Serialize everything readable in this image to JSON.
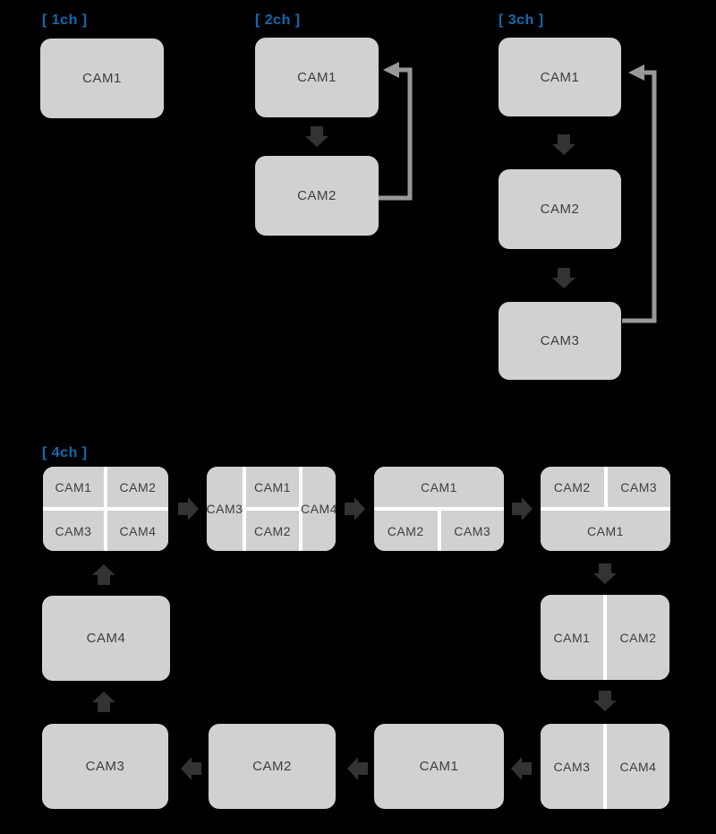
{
  "colors": {
    "background": "#000000",
    "box_fill": "#d1d1d1",
    "box_text": "#3e3e3e",
    "pane_divider": "#ffffff",
    "block_arrow": "#333333",
    "loop_line": "#999999",
    "section_label": "#0d6cb2"
  },
  "ch1": {
    "label": "[ 1ch ]",
    "cam": "CAM1"
  },
  "ch2": {
    "label": "[ 2ch ]",
    "boxes": [
      "CAM1",
      "CAM2"
    ]
  },
  "ch3": {
    "label": "[ 3ch ]",
    "boxes": [
      "CAM1",
      "CAM2",
      "CAM3"
    ]
  },
  "ch4": {
    "label": "[ 4ch ]",
    "steps": [
      {
        "layout": "quad",
        "panes": [
          "CAM1",
          "CAM2",
          "CAM3",
          "CAM4"
        ]
      },
      {
        "layout": "center-split",
        "panes": [
          "CAM3",
          "CAM1",
          "CAM2",
          "CAM4"
        ]
      },
      {
        "layout": "top-wide",
        "panes": [
          "CAM1",
          "CAM2",
          "CAM3"
        ]
      },
      {
        "layout": "bottom-wide",
        "panes": [
          "CAM2",
          "CAM3",
          "CAM1"
        ]
      },
      {
        "layout": "two-up",
        "panes": [
          "CAM1",
          "CAM2"
        ]
      },
      {
        "layout": "two-up",
        "panes": [
          "CAM3",
          "CAM4"
        ]
      },
      {
        "layout": "single",
        "panes": [
          "CAM1"
        ]
      },
      {
        "layout": "single",
        "panes": [
          "CAM2"
        ]
      },
      {
        "layout": "single",
        "panes": [
          "CAM3"
        ]
      },
      {
        "layout": "single",
        "panes": [
          "CAM4"
        ]
      }
    ]
  }
}
